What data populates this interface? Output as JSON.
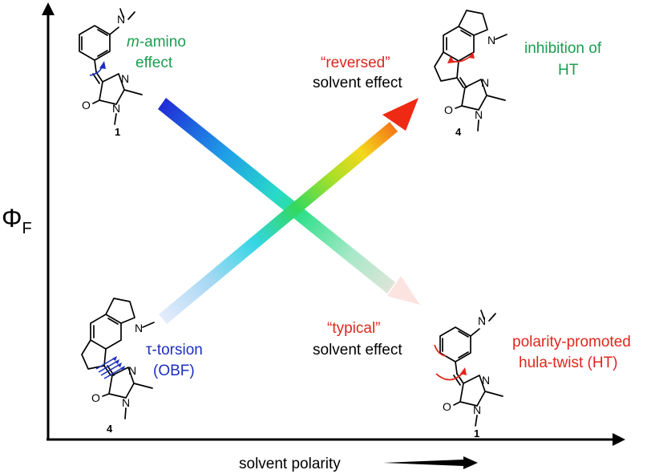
{
  "axes": {
    "y_symbol": "Φ",
    "y_subscript": "F",
    "x_label": "solvent polarity"
  },
  "compounds": {
    "top_left_number": "1",
    "top_right_number": "4",
    "bottom_left_number": "4",
    "bottom_right_number": "1"
  },
  "atoms": {
    "N": "N",
    "O": "O"
  },
  "labels": {
    "m_amino_italic": "m",
    "m_amino_rest": "-amino",
    "m_amino_line2": "effect",
    "reversed_quote": "“reversed”",
    "reversed_line2": "solvent effect",
    "inhibition_line1": "inhibition of",
    "inhibition_line2": "HT",
    "tau_torsion": "τ-torsion",
    "obf": "(OBF)",
    "typical_quote": "“typical”",
    "typical_line2": "solvent effect",
    "polarity_line1": "polarity-promoted",
    "polarity_line2": "hula-twist (HT)"
  },
  "colors": {
    "green": "#1a9e4f",
    "red": "#e0261c",
    "blue": "#1c2fbf",
    "navy": "#1e3a8a",
    "black": "#000000"
  }
}
